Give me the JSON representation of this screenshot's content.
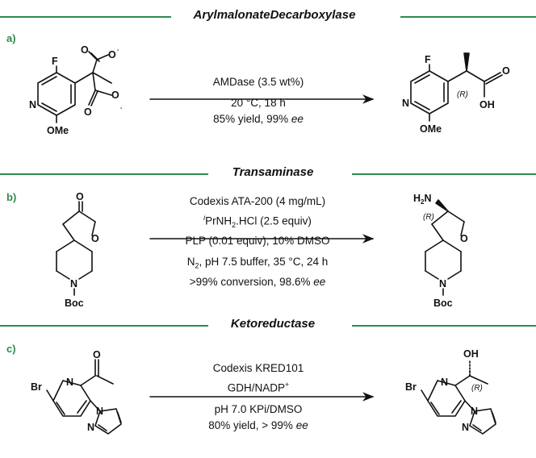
{
  "colors": {
    "accent": "#2f8a4c"
  },
  "sections": [
    {
      "id": "a",
      "title": "ArylmalonateDecarboxylase",
      "label": "a)",
      "conditions": [
        "AMDase (3.5 wt%)",
        "20 °C, 18 h",
        "85% yield, 99% "
      ],
      "ee": "ee"
    },
    {
      "id": "b",
      "title": "Transaminase",
      "label": "b)",
      "conditions": [
        "Codexis ATA-200 (4 mg/mL)",
        "PrNH",
        ".HCl (2.5 equiv)",
        "PLP (0.01 equiv), 10% DMSO",
        "N",
        ", pH 7.5 buffer, 35 °C, 24 h",
        ">99% conversion, 98.6% "
      ],
      "iso_prefix": "i",
      "sub2": "2",
      "ee": "ee"
    },
    {
      "id": "c",
      "title": "Ketoreductase",
      "label": "c)",
      "conditions": [
        "Codexis KRED101",
        "GDH/NADP",
        "pH 7.0 KPi/DMSO",
        "80% yield, > 99% "
      ],
      "plus": "+",
      "ee": "ee"
    }
  ],
  "atoms": {
    "F": "F",
    "O": "O",
    "N": "N",
    "OMe": "OMe",
    "OH": "OH",
    "Boc": "Boc",
    "H2N": "H",
    "H2N_sub": "2",
    "H2N_N": "N",
    "Br": "Br",
    "minus": "-",
    "R": "(R)"
  }
}
